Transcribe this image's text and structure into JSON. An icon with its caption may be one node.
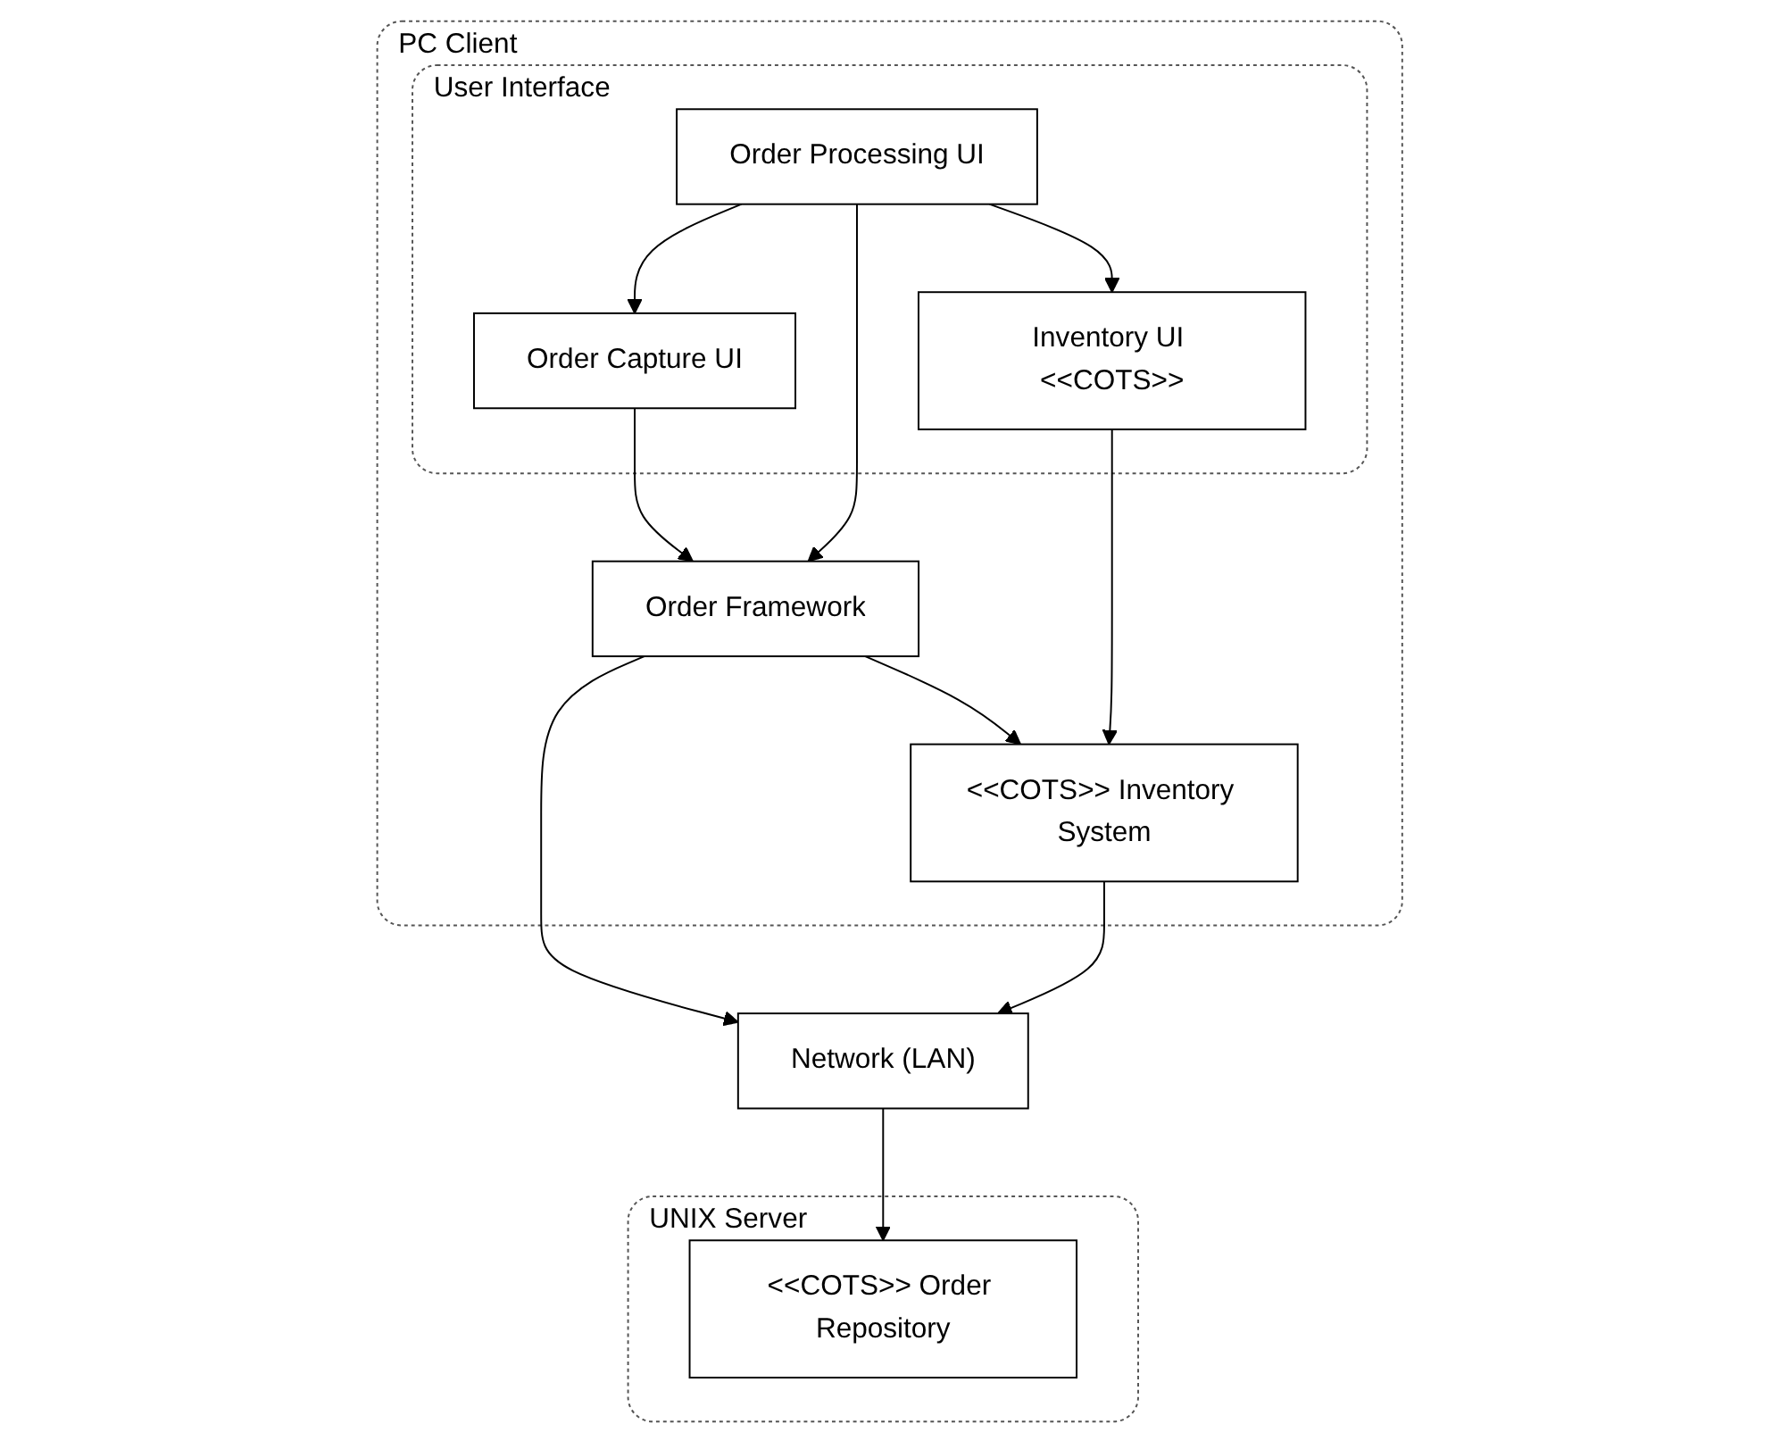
{
  "diagram": {
    "nodes": [
      {
        "text": [
          "PC Client"
        ]
      },
      {
        "text": [
          "Order Framework"
        ],
        "in": 0
      },
      {
        "text": [
          "User Interface"
        ],
        "in": 0
      },
      {
        "text": [
          "Order Capture UI"
        ],
        "in": 2
      },
      {
        "text": [
          "Order Processing UI"
        ],
        "in": 2
      },
      {
        "text": [
          "Inventory UI <<COTS>>"
        ],
        "in": 2
      },
      {
        "text": [
          "<<COTS>> Inventory System"
        ],
        "in": 0
      },
      {
        "text": [
          "Network (LAN)"
        ]
      },
      {
        "text": [
          "UNIX Server"
        ]
      },
      {
        "text": [
          "<<COTS>> Order Repository"
        ],
        "in": 8
      }
    ],
    "edges": [
      {
        "from": 3,
        "to": 1,
        "arrow": "to"
      },
      {
        "from": 4,
        "to": 1,
        "arrow": "to"
      },
      {
        "from": 1,
        "to": 6,
        "arrow": "to"
      },
      {
        "from": 5,
        "to": 6,
        "arrow": "to"
      },
      {
        "from": 4,
        "to": 3,
        "arrow": "to"
      },
      {
        "from": 4,
        "to": 5,
        "arrow": "to"
      },
      {
        "from": 1,
        "to": 7,
        "arrow": "to"
      },
      {
        "from": 6,
        "to": 7,
        "arrow": "to"
      },
      {
        "from": 7,
        "to": 9,
        "arrow": "to"
      }
    ]
  }
}
